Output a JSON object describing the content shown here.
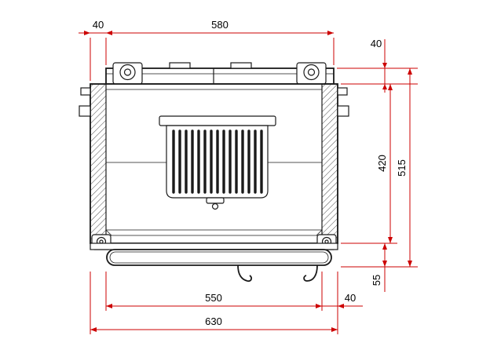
{
  "drawing": {
    "kind": "technical-drawing",
    "subject": "stove front elevation with dimension annotations",
    "units": "mm"
  },
  "dimensions": {
    "top_offset_left": "40",
    "top_plate_width": "580",
    "right_top_height": "40",
    "firebox_height": "420",
    "overall_height": "515",
    "base_height": "55",
    "inner_width": "550",
    "bottom_offset_right": "40",
    "overall_width": "630"
  },
  "colors": {
    "dimension": "#cc0000",
    "line": "#1a1a1a",
    "background": "#ffffff"
  }
}
